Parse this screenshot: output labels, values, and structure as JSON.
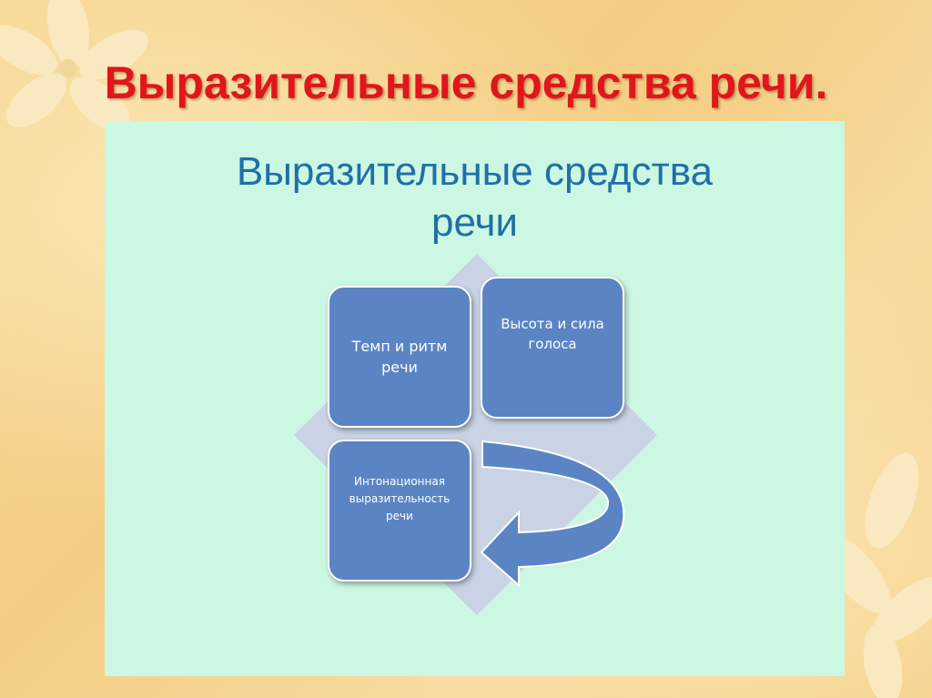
{
  "slide": {
    "title": "Выразительные средства речи."
  },
  "diagram": {
    "title_line1": "Выразительные средства",
    "title_line2": "речи",
    "nodes": [
      {
        "label_line1": "Темп и ритм",
        "label_line2": "речи"
      },
      {
        "label_line1": "Высота и сила",
        "label_line2": "голоса"
      },
      {
        "label_line1": "Интонационная",
        "label_line2": "выразительность",
        "label_line3": "речи"
      }
    ]
  },
  "colors": {
    "title_red": "#e0161b",
    "panel_bg": "#ccf7e2",
    "heading_blue": "#1f6fa8",
    "node_blue": "#5b84c4",
    "diamond": "#c9d3e5",
    "arrow": "#5b84c4"
  }
}
